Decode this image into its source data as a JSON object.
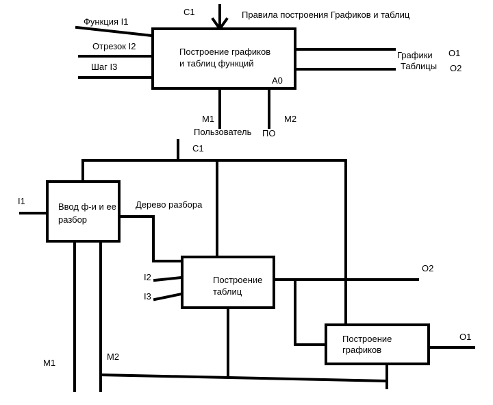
{
  "context": {
    "box_line1": "Построение графиков",
    "box_line2": "и таблиц функций",
    "node_id": "A0",
    "control_label": "C1",
    "control_text": "Правила построения Графиков и таблиц",
    "inputs": [
      {
        "text": "Функция I1"
      },
      {
        "text": "Отрезок I2"
      },
      {
        "text": "Шаг I3"
      }
    ],
    "outputs": [
      {
        "text": "Графики",
        "code": "O1"
      },
      {
        "text": "Таблицы",
        "code": "O2"
      }
    ],
    "mech_left_code": "M1",
    "mech_left_text": "Пользователь",
    "mech_right_code": "M2",
    "mech_right_text": "ПО"
  },
  "decomposition": {
    "control_label": "C1",
    "block_parse_line1": "Ввод ф-и и ее",
    "block_parse_line2": "разбор",
    "block_tables_line1": "Построение",
    "block_tables_line2": "таблиц",
    "block_graphs_line1": "Построение",
    "block_graphs_line2": "графиков",
    "input_I1": "I1",
    "input_I2": "I2",
    "input_I3": "I3",
    "parse_tree_label": "Дерево разбора",
    "output_O2": "O2",
    "output_O1": "O1",
    "mech_M1": "M1",
    "mech_M2": "M2"
  }
}
